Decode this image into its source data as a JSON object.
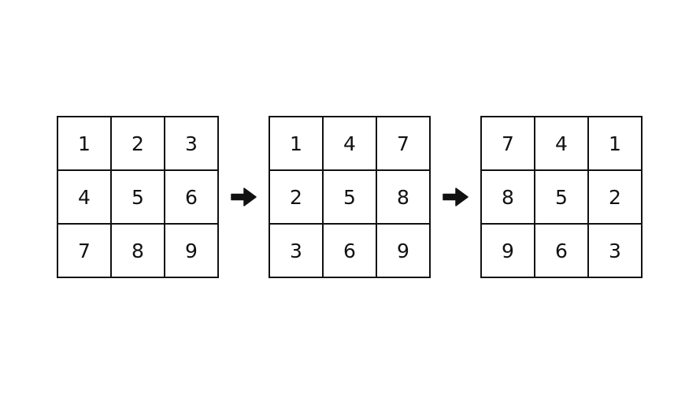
{
  "grids": [
    {
      "cells": [
        "1",
        "2",
        "3",
        "4",
        "5",
        "6",
        "7",
        "8",
        "9"
      ]
    },
    {
      "cells": [
        "1",
        "4",
        "7",
        "2",
        "5",
        "8",
        "3",
        "6",
        "9"
      ]
    },
    {
      "cells": [
        "7",
        "4",
        "1",
        "8",
        "5",
        "2",
        "9",
        "6",
        "3"
      ]
    }
  ],
  "arrows": [
    {
      "icon": "right-arrow-icon"
    },
    {
      "icon": "right-arrow-icon"
    }
  ],
  "colors": {
    "stroke": "#111111",
    "background": "#ffffff"
  }
}
